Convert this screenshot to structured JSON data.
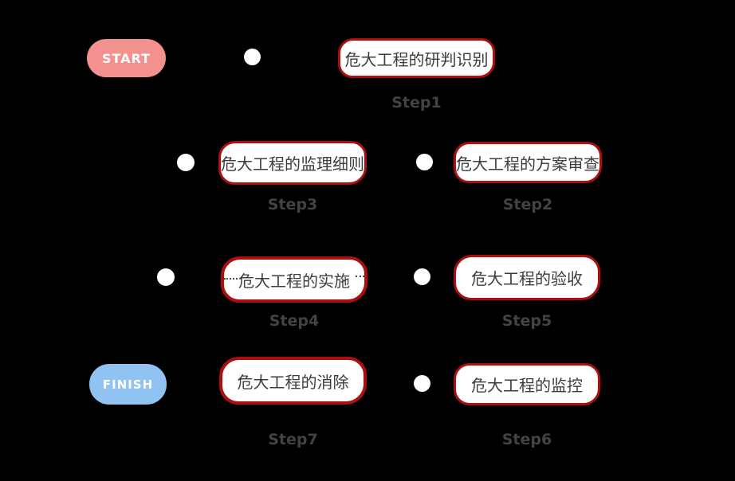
{
  "terminals": {
    "start": {
      "label": "START"
    },
    "finish": {
      "label": "FINISH"
    }
  },
  "steps": [
    {
      "title": "危大工程的研判识别",
      "label": "Step1"
    },
    {
      "title": "危大工程的方案审查",
      "label": "Step2"
    },
    {
      "title": "危大工程的监理细则",
      "label": "Step3"
    },
    {
      "title": "危大工程的实施",
      "label": "Step4"
    },
    {
      "title": "危大工程的验收",
      "label": "Step5"
    },
    {
      "title": "危大工程的监控",
      "label": "Step6"
    },
    {
      "title": "危大工程的消除",
      "label": "Step7"
    }
  ],
  "icons": {
    "connector_dot": "white-circle"
  },
  "colors": {
    "background": "#000000",
    "box_fill": "#FFFFFF",
    "box_border": "#AB0F0E",
    "box_text": "#3C3C3C",
    "step_label": "#434343",
    "start_fill": "#F2918E",
    "finish_fill": "#90C3F2",
    "terminal_text": "#FFFFFF",
    "dot_fill": "#FFFFFF",
    "stub_dot": "#4A4A4A"
  }
}
